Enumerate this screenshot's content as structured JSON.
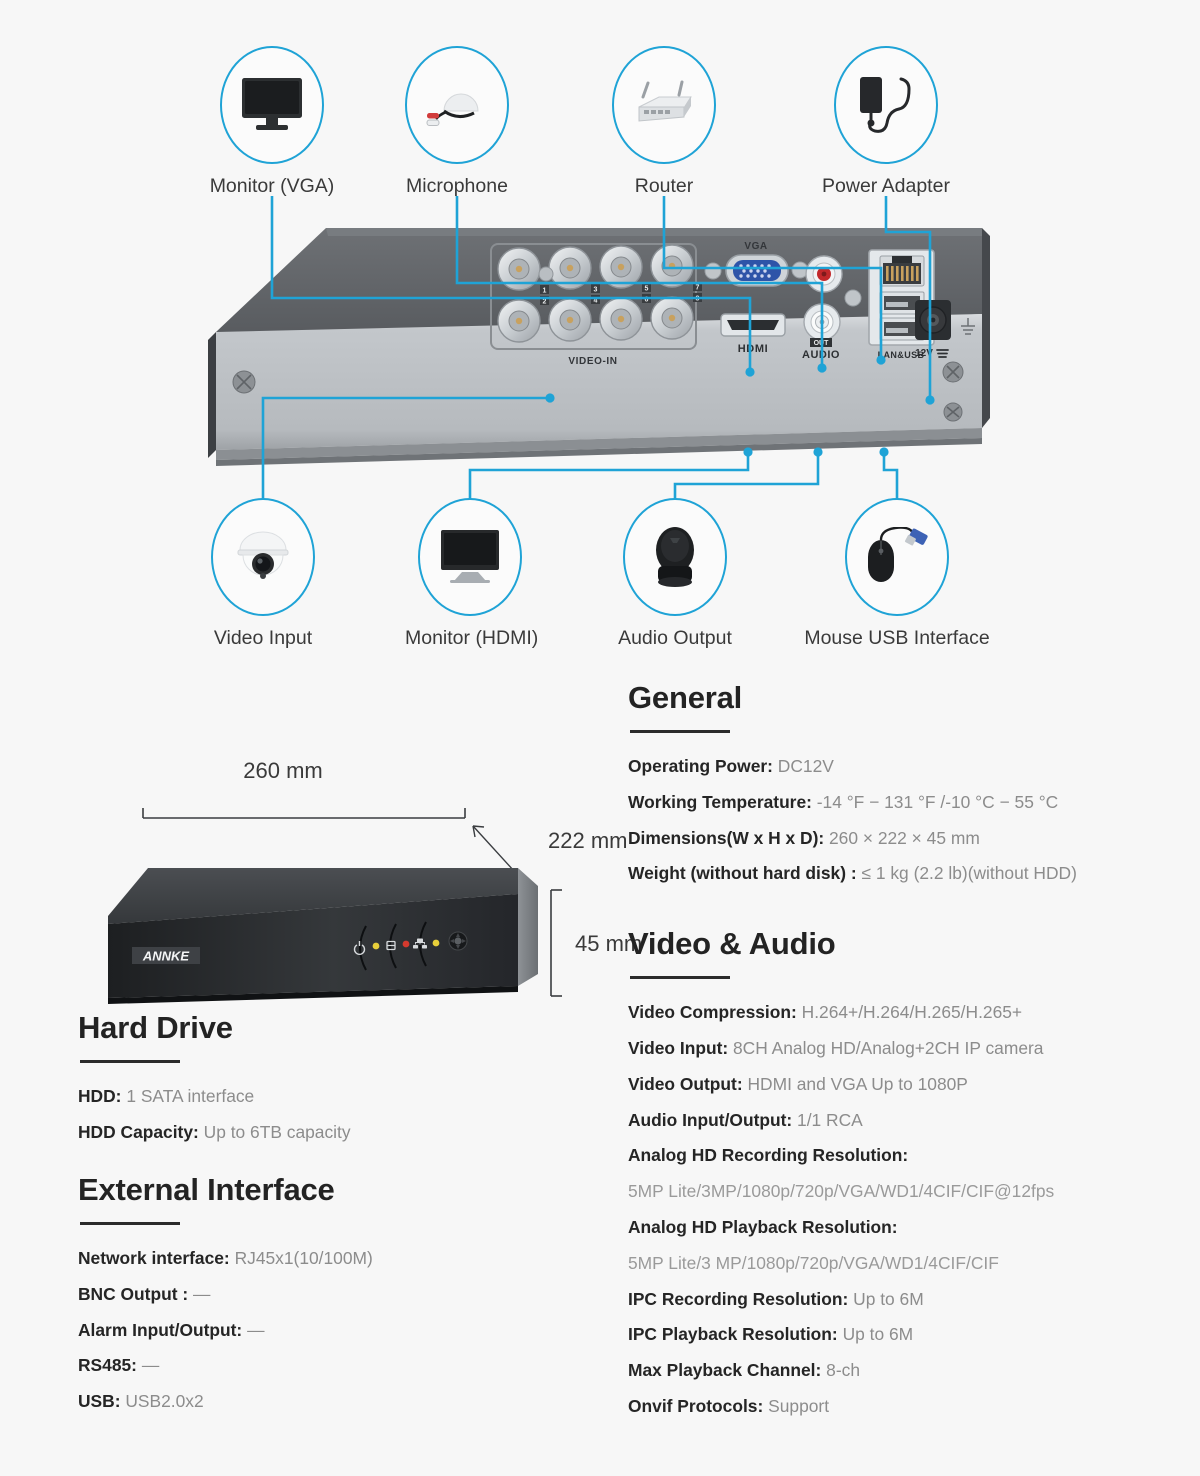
{
  "accent": "#1fa3d6",
  "background": "#f7f7f7",
  "diagram": {
    "top_devices": [
      {
        "label": "Monitor (VGA)",
        "icon": "monitor-icon"
      },
      {
        "label": "Microphone",
        "icon": "microphone-icon"
      },
      {
        "label": "Router",
        "icon": "router-icon"
      },
      {
        "label": "Power Adapter",
        "icon": "power-adapter-icon"
      }
    ],
    "bottom_devices": [
      {
        "label": "Video Input",
        "icon": "dome-camera-icon"
      },
      {
        "label": "Monitor (HDMI)",
        "icon": "monitor-icon"
      },
      {
        "label": "Audio Output",
        "icon": "speaker-icon"
      },
      {
        "label": "Mouse USB Interface",
        "icon": "mouse-usb-icon"
      }
    ],
    "rear_panel": {
      "video_in_label": "VIDEO-IN",
      "bnc_numbers": [
        "1",
        "2",
        "3",
        "4",
        "5",
        "6",
        "7",
        "8"
      ],
      "vga_label": "VGA",
      "hdmi_label": "HDMI",
      "audio_label": "AUDIO",
      "audio_out_tag": "OUT",
      "lan_usb_label": "LAN&USB",
      "power_label": "12V"
    }
  },
  "dimensions": {
    "width": "260 mm",
    "depth": "222 mm",
    "height": "45 mm",
    "brand": "ANNKE"
  },
  "general": {
    "title": "General",
    "items": [
      {
        "label": "Operating Power:",
        "value": "DC12V"
      },
      {
        "label": "Working Temperature:",
        "value": "-14 °F − 131 °F /-10 °C − 55 °C"
      },
      {
        "label": "Dimensions(W x H x D):",
        "value": "260 × 222 × 45 mm"
      },
      {
        "label": "Weight (without hard disk) :",
        "value": "≤ 1 kg (2.2 lb)(without HDD)"
      }
    ]
  },
  "video_audio": {
    "title": "Video & Audio",
    "items": [
      {
        "label": "Video Compression:",
        "value": "H.264+/H.264/H.265/H.265+"
      },
      {
        "label": "Video Input:",
        "value": "8CH Analog HD/Analog+2CH IP camera"
      },
      {
        "label": "Video Output:",
        "value": "HDMI and VGA Up to 1080P"
      },
      {
        "label": "Audio Input/Output:",
        "value": "1/1 RCA"
      },
      {
        "label": "Analog HD Recording Resolution:",
        "value": ""
      },
      {
        "label": "",
        "value": "5MP Lite/3MP/1080p/720p/VGA/WD1/4CIF/CIF@12fps"
      },
      {
        "label": "Analog HD Playback Resolution:",
        "value": ""
      },
      {
        "label": "",
        "value": "5MP Lite/3 MP/1080p/720p/VGA/WD1/4CIF/CIF"
      },
      {
        "label": "IPC Recording Resolution:",
        "value": "Up to 6M"
      },
      {
        "label": "IPC Playback Resolution:",
        "value": "Up to 6M"
      },
      {
        "label": "Max Playback Channel:",
        "value": "8-ch"
      },
      {
        "label": "Onvif Protocols:",
        "value": "Support"
      }
    ]
  },
  "hard_drive": {
    "title": "Hard Drive",
    "items": [
      {
        "label": "HDD:",
        "value": "1 SATA interface"
      },
      {
        "label": "HDD Capacity:",
        "value": "Up to 6TB capacity"
      }
    ]
  },
  "external_interface": {
    "title": "External Interface",
    "items": [
      {
        "label": "Network interface:",
        "value": "RJ45x1(10/100M)"
      },
      {
        "label": "BNC Output :",
        "value": "—"
      },
      {
        "label": "Alarm Input/Output:",
        "value": "—"
      },
      {
        "label": "RS485:",
        "value": "—"
      },
      {
        "label": "USB:",
        "value": "USB2.0x2"
      }
    ]
  }
}
